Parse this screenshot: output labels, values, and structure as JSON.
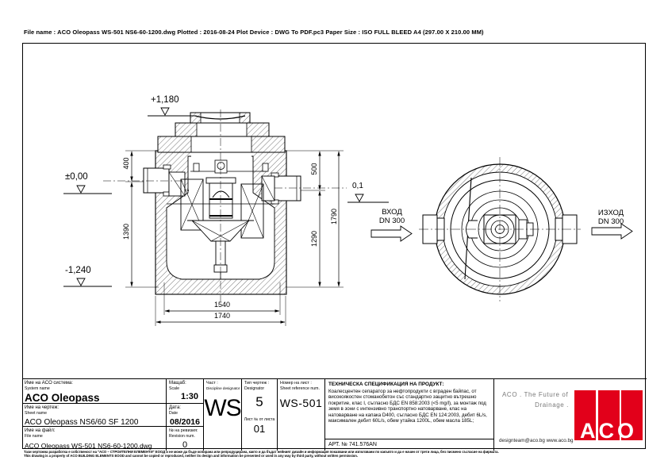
{
  "page": {
    "file_info": "File name : ACO Oleopass WS-501 NS6-60-1200.dwg     Plotted : 2016-08-24     Plot Device : DWG To PDF.pc3     Paper Size : ISO  FULL BLEED A4 (297.00 X 210.00 MM)"
  },
  "drawing": {
    "levels": {
      "top": "+1,180",
      "ground": "±0,00",
      "bottom": "-1,240",
      "outlet_drop": "0,1"
    },
    "dims": {
      "neck_height": "400",
      "body_height": "1390",
      "inlet_depth": "500",
      "outlet_depth": "1290",
      "total_height": "1790",
      "inner_width": "1540",
      "outer_width": "1740"
    },
    "inlet": {
      "name": "ВХОД",
      "dn": "DN 300"
    },
    "outlet": {
      "name": "ИЗХОД",
      "dn": "DN 300"
    }
  },
  "titleblock": {
    "system": {
      "bg": "Име на ACO система:",
      "en": "System name",
      "value": "ACO Oleopass"
    },
    "scale": {
      "bg": "Мащаб:",
      "en": "Scale",
      "value": "1:30"
    },
    "sheet": {
      "bg": "Име на чертеж:",
      "en": "Sheet name",
      "value": "ACO Oleopass  NS6/60 SF 1200"
    },
    "date": {
      "bg": "Дата:",
      "en": "Date",
      "value": "08/2016"
    },
    "file": {
      "bg": "Име на файл:",
      "en": "File name",
      "value": "ACO Oleopass WS-501 NS6-60-1200.dwg"
    },
    "revision": {
      "bg": "№ на ревизия:",
      "en": "Revision num.",
      "value": "0"
    },
    "discipline": {
      "bg": "Част :",
      "en": "Discipline designator",
      "value": "WS"
    },
    "dwg_type": {
      "bg": "Тип чертеж :",
      "en": "Designator",
      "value": "5",
      "sheet_of_label": "Лист № от листа",
      "sheet_of_value": "01"
    },
    "sheet_no": {
      "bg": "Номер на лист :",
      "en": "Sheet reference num.",
      "value": "WS-501"
    },
    "spec": {
      "title": "ТЕХНИЧЕСКА СПЕЦИФИКАЦИЯ НА ПРОДУКТ:",
      "body": "Коалесцентен сепаратор за нефтопродукти с вграден байпас, от високоякостен стоманобетон със стандартно защитно вътрешно покритие, клас I, съгласно БДС EN 858:2003 (<5 mg/l), за монтаж под земя в зони с интензивно транспортно натоварване, клас на натоварване на капака D400, съгласно БДС EN 124:2003, дебит 6L/s, максимален дебит 60L/s, обем утайка 1200L, обем масла 185L;",
      "art": "АРТ. № 741.576AN"
    },
    "brand": {
      "slogan1": "ACO . The Future of",
      "slogan2": "Drainage .",
      "contacts": "designteam@aco.bg  www.aco.bg",
      "logo": "ACO",
      "logo_color": "#e2001a"
    }
  },
  "footer": {
    "line_bg": "Тази чертожна разработка е собственост на \"АСО – СТРОИТЕЛНИ ЕЛЕМЕНТИ\" ЕООД и не може да бъде копирана или репродуцирана, както и да бъдат нейният дизайн и информация показвани или използвани по какъвто и да е начин от трети лица, без писмено съгласие на фирмата.",
    "line_en": "This drawing is a property of ACO BUILDING ELEMENTS EOOD and cannot be copied or reproduced, neither its design and information be presented or used in any way by third party, without written permission."
  },
  "colors": {
    "logo_red": "#e2001a",
    "ink": "#000000"
  }
}
